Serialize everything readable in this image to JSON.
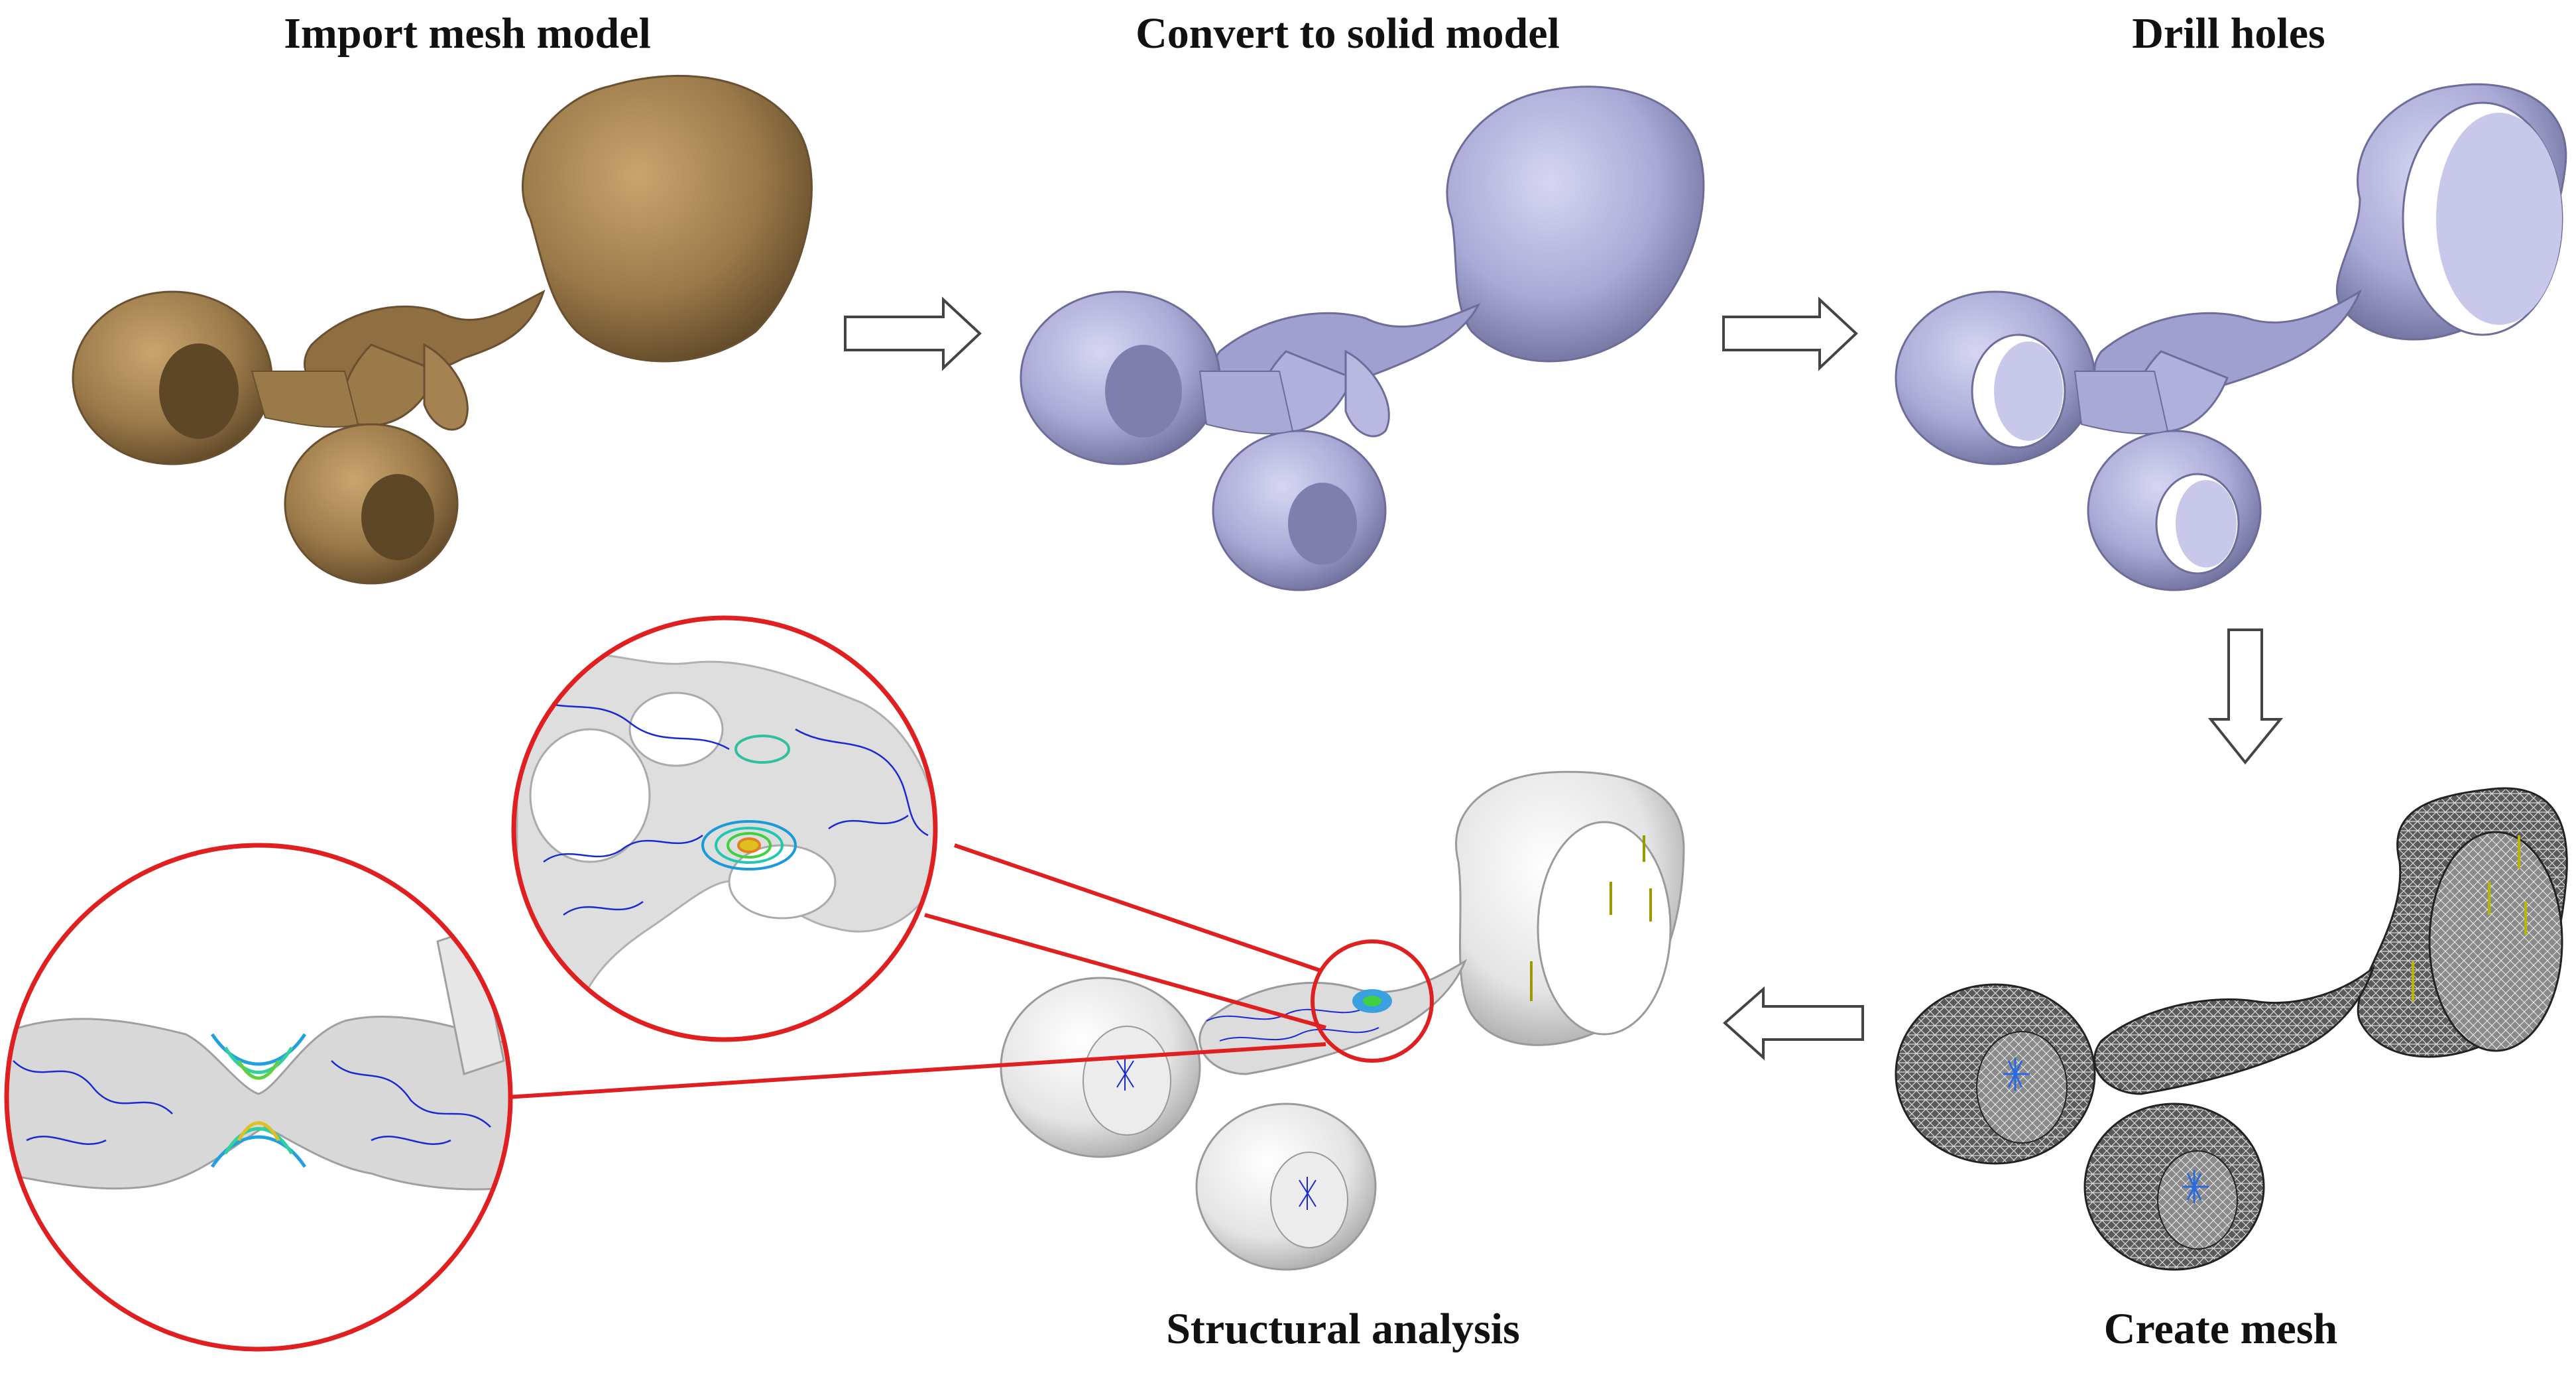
{
  "steps": {
    "import": "Import mesh model",
    "convert": "Convert to solid model",
    "drill": "Drill holes",
    "mesh": "Create mesh",
    "analysis": "Structural analysis"
  },
  "colors": {
    "mesh_model": "#9b7a4a",
    "solid_model": "#a9a9d6",
    "analysis_model": "#e4e4e4",
    "meshed_model": "#4a4a4a",
    "zoom_circle": "#e02020",
    "contour_blue": "#1a2ad0",
    "load_arrow": "#b8b800"
  }
}
